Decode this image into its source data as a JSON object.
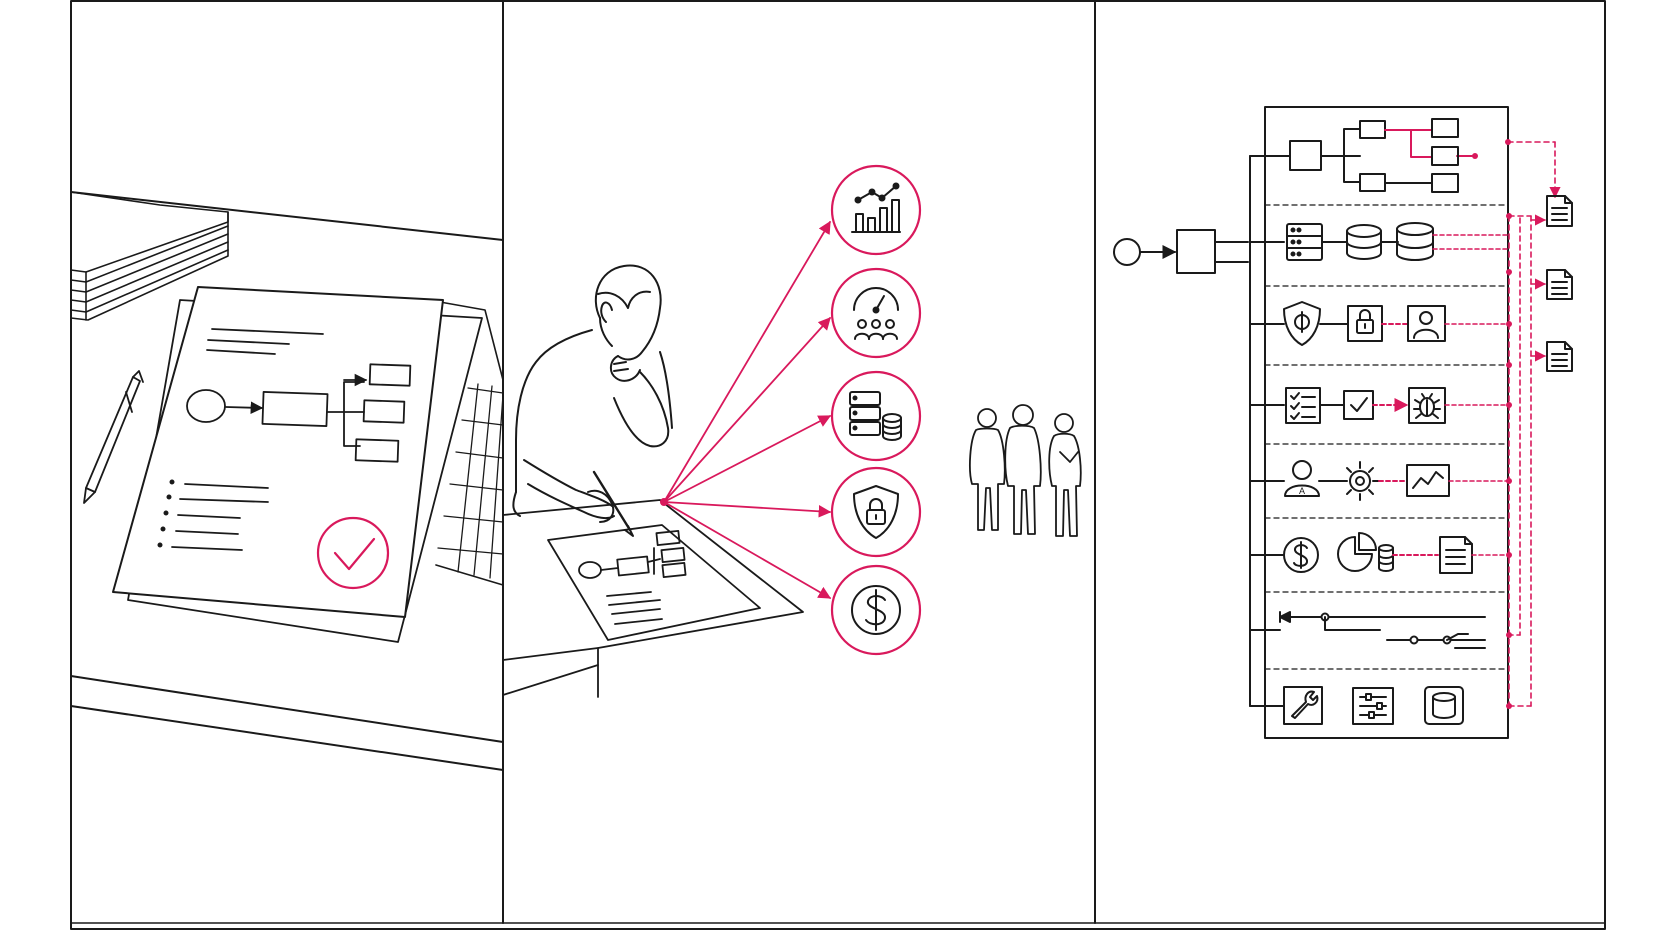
{
  "colors": {
    "ink": "#1a1a1a",
    "accent": "#d9195c",
    "paper": "#ffffff"
  },
  "panels": [
    {
      "id": "panel-review",
      "scene": "documents-on-desk"
    },
    {
      "id": "panel-analysis",
      "scene": "person-annotating-diagram"
    },
    {
      "id": "panel-architecture",
      "scene": "layered-system-flow"
    }
  ],
  "analysis_icons": [
    "chart-icon",
    "gauge-team-icon",
    "server-database-icon",
    "shield-lock-icon",
    "dollar-icon"
  ],
  "architecture_layers": [
    {
      "name": "layer-structure",
      "icons": [
        "hierarchy-icon"
      ]
    },
    {
      "name": "layer-data",
      "icons": [
        "server-icon",
        "database-icon",
        "database-icon"
      ]
    },
    {
      "name": "layer-security",
      "icons": [
        "shield-icon",
        "lock-icon",
        "user-icon"
      ]
    },
    {
      "name": "layer-quality",
      "icons": [
        "checklist-icon",
        "checkbox-icon",
        "bug-icon"
      ]
    },
    {
      "name": "layer-operations",
      "icons": [
        "user-admin-icon",
        "gear-icon",
        "monitor-chart-icon"
      ]
    },
    {
      "name": "layer-finance",
      "icons": [
        "dollar-icon",
        "pie-database-icon",
        "document-icon"
      ]
    },
    {
      "name": "layer-timeline",
      "icons": [
        "timeline-icon"
      ]
    },
    {
      "name": "layer-tools",
      "icons": [
        "wrench-icon",
        "sliders-icon",
        "database-icon"
      ]
    }
  ],
  "output_documents": [
    "document-icon",
    "document-icon",
    "document-icon"
  ]
}
